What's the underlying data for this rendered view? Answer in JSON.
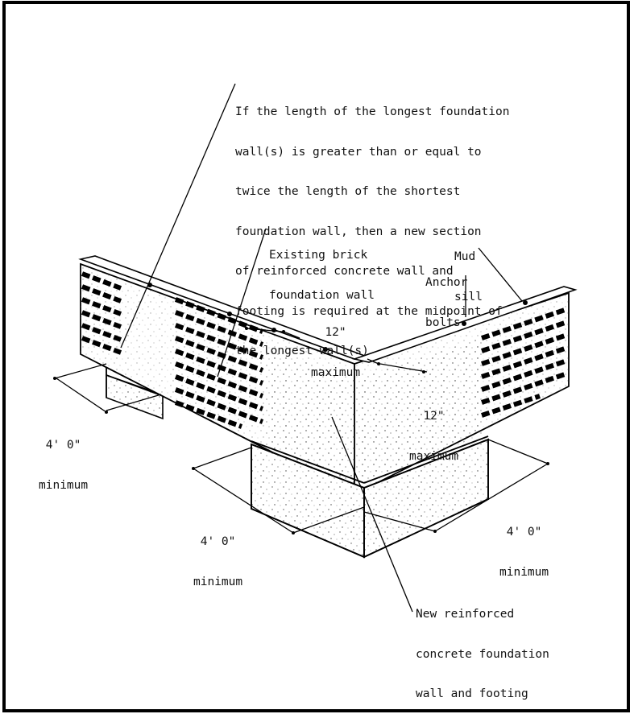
{
  "labels": {
    "note_lines": [
      "If the length of the longest foundation",
      "wall(s) is greater than or equal to",
      "twice the length of the shortest",
      "foundation wall, then a new section",
      "of reinforced concrete wall and",
      "footing is required at the midpoint of",
      "the longest wall(s)"
    ],
    "brick_lines": [
      "Existing brick",
      "foundation wall"
    ],
    "mudsill_lines": [
      "Mud",
      "sill"
    ],
    "anchor_lines": [
      "Anchor",
      "bolts"
    ],
    "dim_12_top": [
      "12\"",
      "maximum"
    ],
    "dim_12_right": [
      "12\"",
      "maximum"
    ],
    "dim_4_left": [
      "4' 0\"",
      "minimum"
    ],
    "dim_4_bottom": [
      "4' 0\"",
      "minimum"
    ],
    "dim_4_right": [
      "4' 0\"",
      "minimum"
    ],
    "new_wall_lines": [
      "New reinforced",
      "concrete foundation",
      "wall and footing"
    ]
  }
}
